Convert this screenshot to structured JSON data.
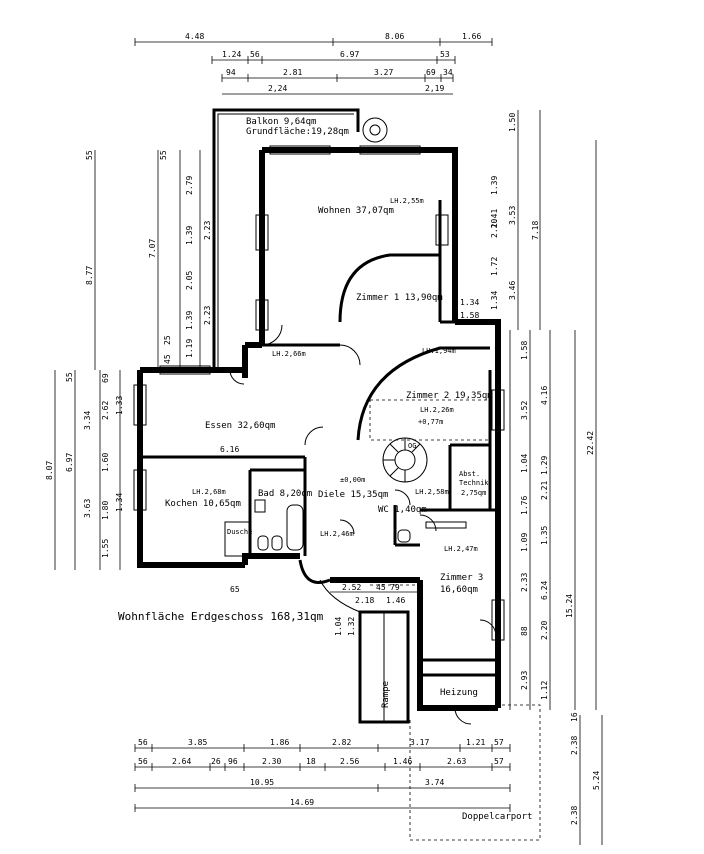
{
  "title": "Wohnfläche Erdgeschoss 168,31qm",
  "rooms": {
    "balkon": "Balkon 9,64qm",
    "balkon_grund": "Grundfläche:19,28qm",
    "wohnen": "Wohnen 37,07qm",
    "wohnen_lh": "LH.2,55m",
    "zimmer1": "Zimmer 1 13,90qm",
    "zimmer2": "Zimmer 2 19,35qm",
    "zimmer2_lh": "LH.2,26m",
    "essen": "Essen 32,60qm",
    "essen_lh": "LH.2,66m",
    "kochen": "Kochen 10,65qm",
    "kochen_lh": "LH.2,68m",
    "bad": "Bad 8,20qm",
    "bad_lh": "LH.2,46m",
    "dusche": "Dusche",
    "diele": "Diele 15,35qm",
    "diele_level": "±0,00m",
    "wc": "WC 1,40qm",
    "abst": "Abst.",
    "technik": "Technik",
    "technik_area": "2,75qm",
    "technik_lh": "LH.2,58m",
    "zimmer3": "Zimmer 3",
    "zimmer3_area": "16,60qm",
    "zimmer3_lh": "LH.2,47m",
    "heizung": "Heizung",
    "rampe": "Rampe",
    "doppelcarport": "Doppelcarport",
    "lh_194": "LH.1,94m",
    "og": "OG",
    "level_077": "+0,77m"
  },
  "dims_top": {
    "row1": [
      "4.48",
      "8.06",
      "1.66"
    ],
    "row2": [
      "1.24",
      "56",
      "6.97",
      "53"
    ],
    "row3": [
      "94",
      "2.81",
      "3.27",
      "69",
      "34"
    ],
    "row4": [
      "2,24",
      "2,19"
    ]
  },
  "dims_bottom": {
    "row1": [
      "56",
      "3.85",
      "1.86",
      "2.82",
      "3.17",
      "1.21",
      "57"
    ],
    "row2": [
      "56",
      "2.64",
      "26",
      "96",
      "2.30",
      "18",
      "2.56",
      "1.46",
      "2.63",
      "57"
    ],
    "row3": [
      "10.95",
      "3.74"
    ],
    "row4": [
      "14.69"
    ]
  },
  "dims_left": [
    "8.77",
    "7.07",
    "2.79",
    "1.39",
    "2.23",
    "2.05",
    "1.39",
    "2.23",
    "1.19",
    "45",
    "25",
    "8.07",
    "6.97",
    "3.34",
    "2.62",
    "1.33",
    "1.60",
    "3.63",
    "1.80",
    "1.34",
    "55",
    "55",
    "55",
    "1.55",
    "69"
  ],
  "dims_right": [
    "1.50",
    "3.53",
    "7.18",
    "2.20",
    "1.72",
    "3.46",
    "1.41",
    "1.39",
    "1.34",
    "1.58",
    "22.42",
    "4.16",
    "3.52",
    "1.29",
    "1.04",
    "2.21",
    "1.76",
    "1.09",
    "1.35",
    "2.33",
    "6.24",
    "15.24",
    "2.20",
    "88",
    "2.93",
    "2.38",
    "2.38",
    "5.24",
    "1.12",
    "16"
  ],
  "dims_inner": [
    "6.16",
    "2.52",
    "2.18",
    "1.46",
    "45",
    "79",
    "1.04",
    "1.32",
    "1.34",
    "1.58",
    "65"
  ]
}
